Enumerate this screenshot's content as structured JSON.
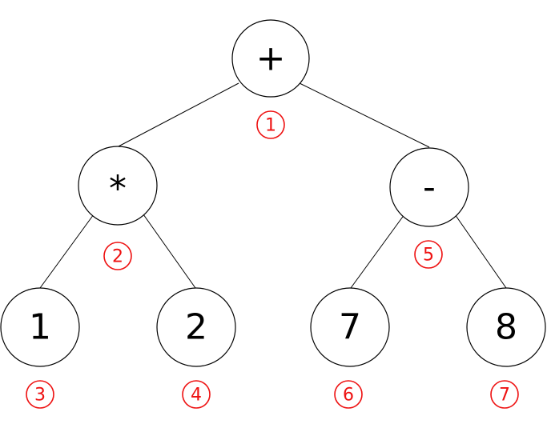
{
  "diagram": {
    "type": "binary-expression-tree",
    "colors": {
      "node_stroke": "#000000",
      "order_marker": "#ee1111"
    },
    "nodes": [
      {
        "id": "root",
        "label": "+",
        "order": "1"
      },
      {
        "id": "mul",
        "label": "*",
        "order": "2"
      },
      {
        "id": "n1",
        "label": "1",
        "order": "3"
      },
      {
        "id": "n2",
        "label": "2",
        "order": "4"
      },
      {
        "id": "sub",
        "label": "-",
        "order": "5"
      },
      {
        "id": "n7",
        "label": "7",
        "order": "6"
      },
      {
        "id": "n8",
        "label": "8",
        "order": "7"
      }
    ],
    "edges": [
      {
        "from": "root",
        "to": "mul"
      },
      {
        "from": "root",
        "to": "sub"
      },
      {
        "from": "mul",
        "to": "n1"
      },
      {
        "from": "mul",
        "to": "n2"
      },
      {
        "from": "sub",
        "to": "n7"
      },
      {
        "from": "sub",
        "to": "n8"
      }
    ]
  }
}
